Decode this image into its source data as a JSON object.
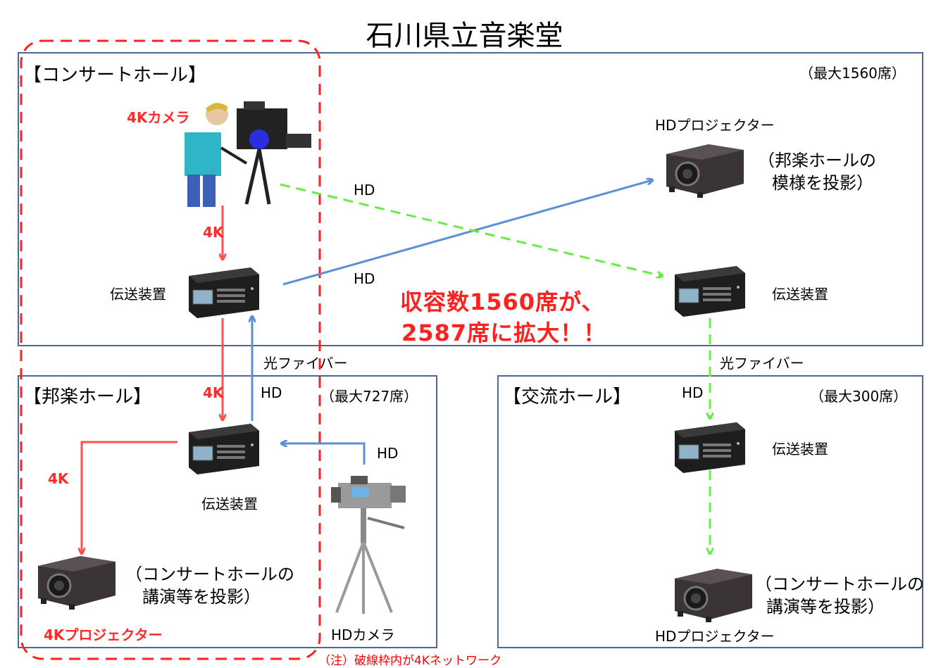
{
  "title": "石川県立音楽堂",
  "concert_hall": {
    "name": "【コンサートホール】",
    "capacity": "（最大1560席）"
  },
  "hogaku_hall": {
    "name": "【邦楽ホール】",
    "capacity": "（最大727席）"
  },
  "koryu_hall": {
    "name": "【交流ホール】",
    "capacity": "（最大300席）"
  },
  "labels": {
    "camera_4k": "4Kカメラ",
    "link_4k_a": "4K",
    "link_4k_b": "4K",
    "link_4k_c": "4K",
    "transmitter_1": "伝送装置",
    "transmitter_2": "伝送装置",
    "transmitter_3": "伝送装置",
    "transmitter_4": "伝送装置",
    "hd_green_top": "HD",
    "hd_blue_top": "HD",
    "hd_up": "HD",
    "hd_camera_link": "HD",
    "hd_koryu": "HD",
    "fiber_1": "光ファイバー",
    "fiber_2": "光ファイバー",
    "hd_projector_1": "HDプロジェクター",
    "hd_projector_2": "HDプロジェクター",
    "projector_4k": "4Kプロジェクター",
    "hd_camera": "HDカメラ",
    "proj1_desc_1": "（邦楽ホールの",
    "proj1_desc_2": "模様を投影）",
    "proj_4k_desc_1": "（コンサートホールの",
    "proj_4k_desc_2": "講演等を投影）",
    "proj2_desc_1": "（コンサートホールの",
    "proj2_desc_2": "講演等を投影）",
    "headline_1": "収容数1560席が、",
    "headline_2": "2587席に拡大！！",
    "note": "（注）破線枠内が4Kネットワーク"
  },
  "colors": {
    "link_4k": "#ff5050",
    "link_hd_blue": "#5b8fd6",
    "link_hd_green": "#66ee44",
    "network_4k_frame": "#ff2020",
    "hall_border": "#4a6a95"
  }
}
